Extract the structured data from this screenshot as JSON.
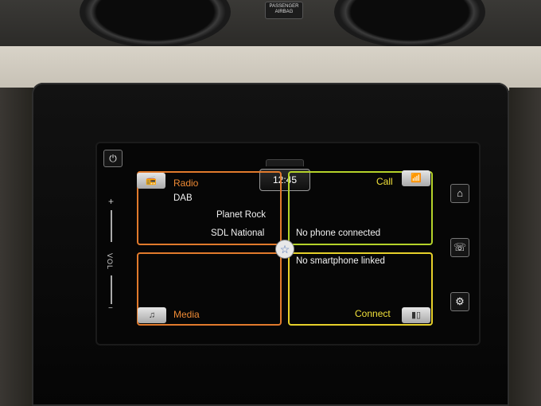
{
  "dashboard": {
    "airbag_line1": "PASSENGER",
    "airbag_line2": "AIRBAG"
  },
  "status": {
    "clock": "12:45"
  },
  "left_controls": {
    "power_icon": "power-icon",
    "volume_plus": "+",
    "volume_label": "VOL",
    "volume_minus": "−"
  },
  "right_controls": [
    {
      "icon": "home-icon"
    },
    {
      "icon": "voice-command-icon"
    },
    {
      "icon": "settings-gear-icon"
    }
  ],
  "tiles": {
    "radio": {
      "title": "Radio",
      "band": "DAB",
      "station": "Planet Rock",
      "ensemble": "SDL National",
      "icon": "radio-icon",
      "color": "#e17a2c"
    },
    "call": {
      "title": "Call",
      "status": "No phone connected",
      "icon": "phone-icon",
      "color": "#b4d22a"
    },
    "media": {
      "title": "Media",
      "icon": "media-icon",
      "color": "#e17a2c"
    },
    "connect": {
      "title": "Connect",
      "status": "No smartphone linked",
      "icon": "smartphone-link-icon",
      "color": "#e6d02a"
    }
  },
  "favourite": {
    "icon": "star-icon"
  }
}
